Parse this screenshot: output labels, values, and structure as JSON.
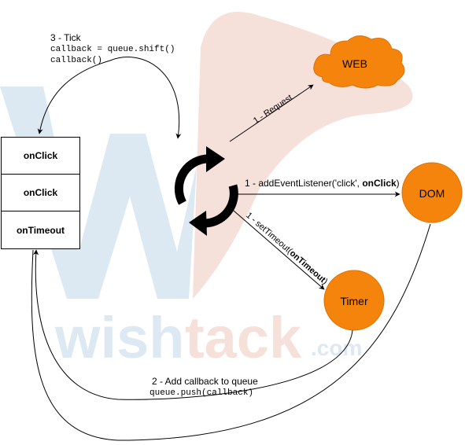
{
  "watermark": {
    "text_a": "wish",
    "text_b": "tack",
    "text_c": ".com"
  },
  "tick": {
    "title": "3 - Tick",
    "line1": "callback = queue.shift()",
    "line2": "callback()"
  },
  "queue": {
    "items": [
      "onClick",
      "onClick",
      "onTimeout"
    ]
  },
  "nodes": {
    "web": "WEB",
    "dom": "DOM",
    "timer": "Timer"
  },
  "edges": {
    "request": "1 - Request",
    "add_listener_prefix": "1 - addEventListener('click', ",
    "add_listener_bold": "onClick",
    "add_listener_suffix": ")",
    "set_timeout_prefix": "1 - setTimeout(",
    "set_timeout_bold": "onTimeout",
    "set_timeout_suffix": ")"
  },
  "push": {
    "title": "2 - Add callback to queue",
    "code": "queue.push(callback)"
  },
  "colors": {
    "node_fill": "#f5840c",
    "node_stroke": "#e07000",
    "watermark_blue": "#dde9f2",
    "watermark_red": "#f6e0da"
  }
}
